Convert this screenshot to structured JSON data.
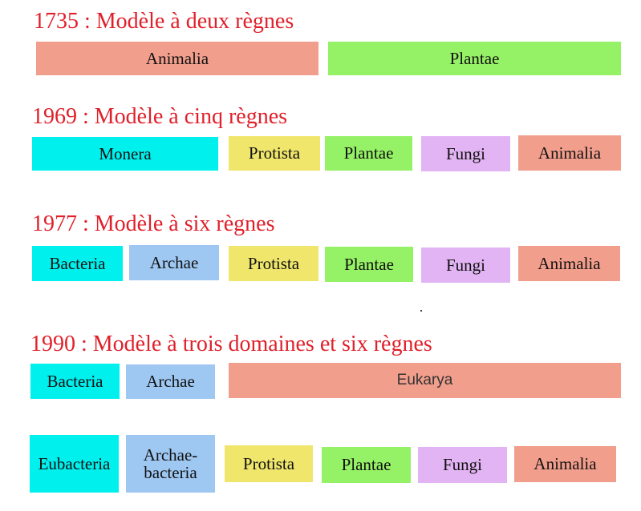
{
  "colors": {
    "heading": "#e0202a",
    "cyan": "#00f0ee",
    "blue": "#9ec8f2",
    "yellow": "#f0e66c",
    "green": "#95f165",
    "violet": "#e3b4f3",
    "salmon": "#f29e8c"
  },
  "models": [
    {
      "heading": "1735 : Modèle à deux règnes",
      "boxes": [
        {
          "label": "Animalia",
          "color": "salmon"
        },
        {
          "label": "Plantae",
          "color": "green"
        }
      ]
    },
    {
      "heading": "1969 : Modèle à cinq règnes",
      "boxes": [
        {
          "label": "Monera",
          "color": "cyan"
        },
        {
          "label": "Protista",
          "color": "yellow"
        },
        {
          "label": "Plantae",
          "color": "green"
        },
        {
          "label": "Fungi",
          "color": "violet"
        },
        {
          "label": "Animalia",
          "color": "salmon"
        }
      ]
    },
    {
      "heading": "1977 : Modèle à six règnes",
      "boxes": [
        {
          "label": "Bacteria",
          "color": "cyan"
        },
        {
          "label": "Archae",
          "color": "blue"
        },
        {
          "label": "Protista",
          "color": "yellow"
        },
        {
          "label": "Plantae",
          "color": "green"
        },
        {
          "label": "Fungi",
          "color": "violet"
        },
        {
          "label": "Animalia",
          "color": "salmon"
        }
      ]
    },
    {
      "heading": "1990 : Modèle à trois domaines et six règnes",
      "boxes": [
        {
          "label": "Bacteria",
          "color": "cyan"
        },
        {
          "label": "Archae",
          "color": "blue"
        },
        {
          "label": "Eukarya",
          "color": "salmon"
        }
      ]
    },
    {
      "heading": "",
      "boxes": [
        {
          "label": "Eubacteria",
          "color": "cyan"
        },
        {
          "label": "Archae-\nbacteria",
          "color": "blue"
        },
        {
          "label": "Protista",
          "color": "yellow"
        },
        {
          "label": "Plantae",
          "color": "green"
        },
        {
          "label": "Fungi",
          "color": "violet"
        },
        {
          "label": "Animalia",
          "color": "salmon"
        }
      ]
    }
  ]
}
